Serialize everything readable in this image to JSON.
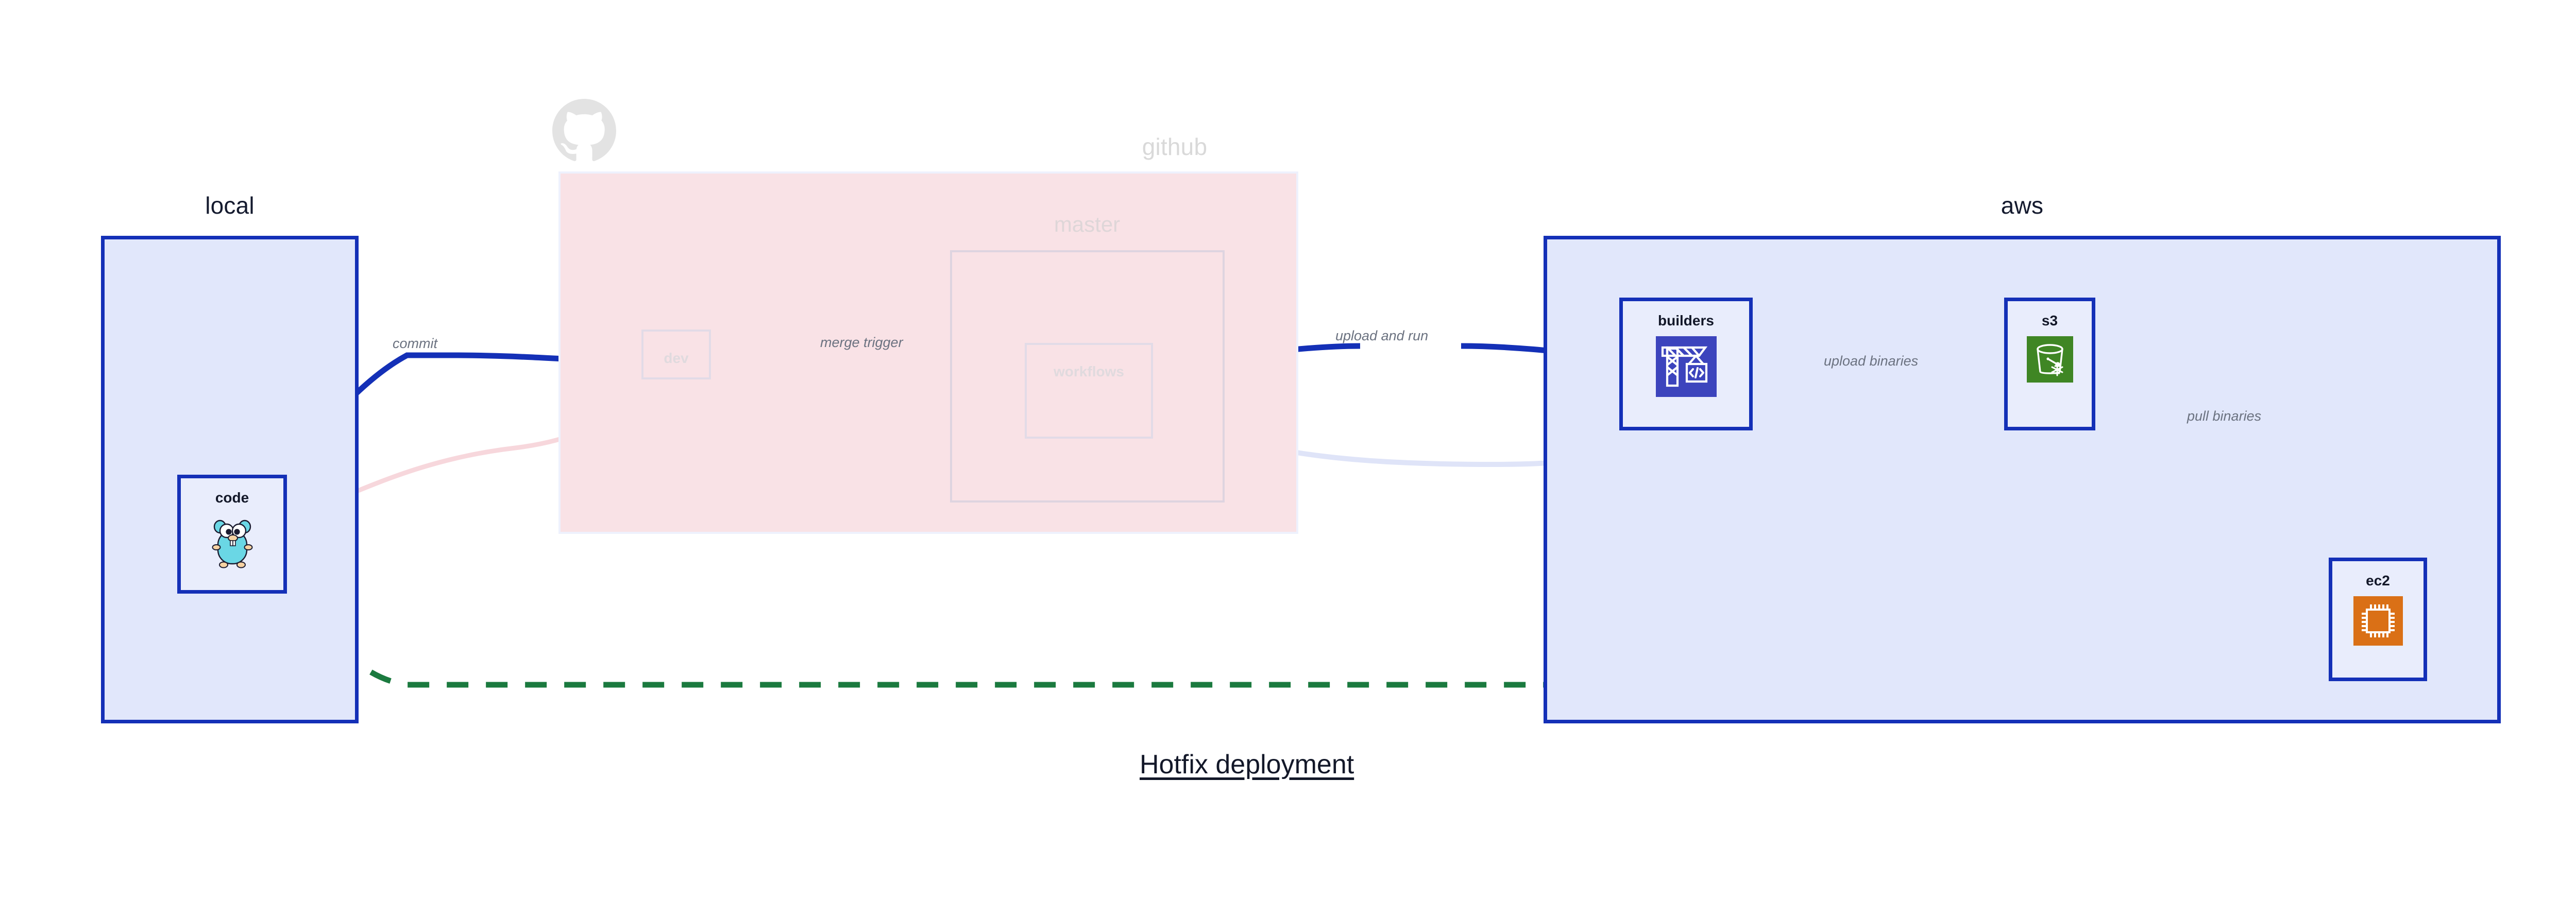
{
  "diagram": {
    "title": "Hotfix deployment",
    "background": "#ffffff",
    "accent_blue": "#1430b7",
    "group_fill_blue": "#e1e7fb",
    "group_fill_pink": "#f9e2e6",
    "node_fill": "#e9edfc",
    "label_gray": "#6b7280",
    "green_dashed": "#1b7a3f"
  },
  "groups": {
    "local": {
      "title": "local",
      "nodes": [
        {
          "id": "code",
          "label": "code",
          "icon": "go-gopher-icon",
          "icon_colors": {
            "body": "#6ad7e5",
            "outline": "#1b1b2f",
            "feet": "#f6d2a2"
          }
        }
      ]
    },
    "github": {
      "title": "github",
      "logo": "github-octocat-icon",
      "logo_color": "#e3e3e3",
      "subframe": {
        "label": "master"
      },
      "nodes": [
        {
          "id": "dev",
          "label": "dev",
          "faded": true
        },
        {
          "id": "workflows",
          "label": "workflows",
          "faded": true
        }
      ]
    },
    "aws": {
      "title": "aws",
      "nodes": [
        {
          "id": "builders",
          "label": "builders",
          "icon": "aws-codebuild-crane-icon",
          "icon_bg": "#3c44bd"
        },
        {
          "id": "s3",
          "label": "s3",
          "icon": "aws-s3-glacier-bucket-icon",
          "icon_bg": "#3f8624"
        },
        {
          "id": "ec2",
          "label": "ec2",
          "icon": "aws-ec2-chip-icon",
          "icon_bg": "#da7016"
        }
      ]
    }
  },
  "edges": [
    {
      "id": "commit",
      "label": "commit",
      "from": "code",
      "to": "dev",
      "style": "solid-blue"
    },
    {
      "id": "merge-trigger",
      "label": "merge trigger",
      "from": "dev",
      "to": "workflows",
      "style": "solid-blue"
    },
    {
      "id": "upload-and-run",
      "label": "upload and run",
      "from": "workflows",
      "to": "builders",
      "style": "solid-blue"
    },
    {
      "id": "upload-binaries",
      "label": "upload binaries",
      "from": "builders",
      "to": "s3",
      "style": "solid-blue"
    },
    {
      "id": "pull-binaries",
      "label": "pull binaries",
      "from": "s3",
      "to": "ec2",
      "style": "solid-blue"
    },
    {
      "id": "hotfix-direct",
      "label": "",
      "from": "code",
      "to": "ec2",
      "style": "dashed-green"
    }
  ]
}
